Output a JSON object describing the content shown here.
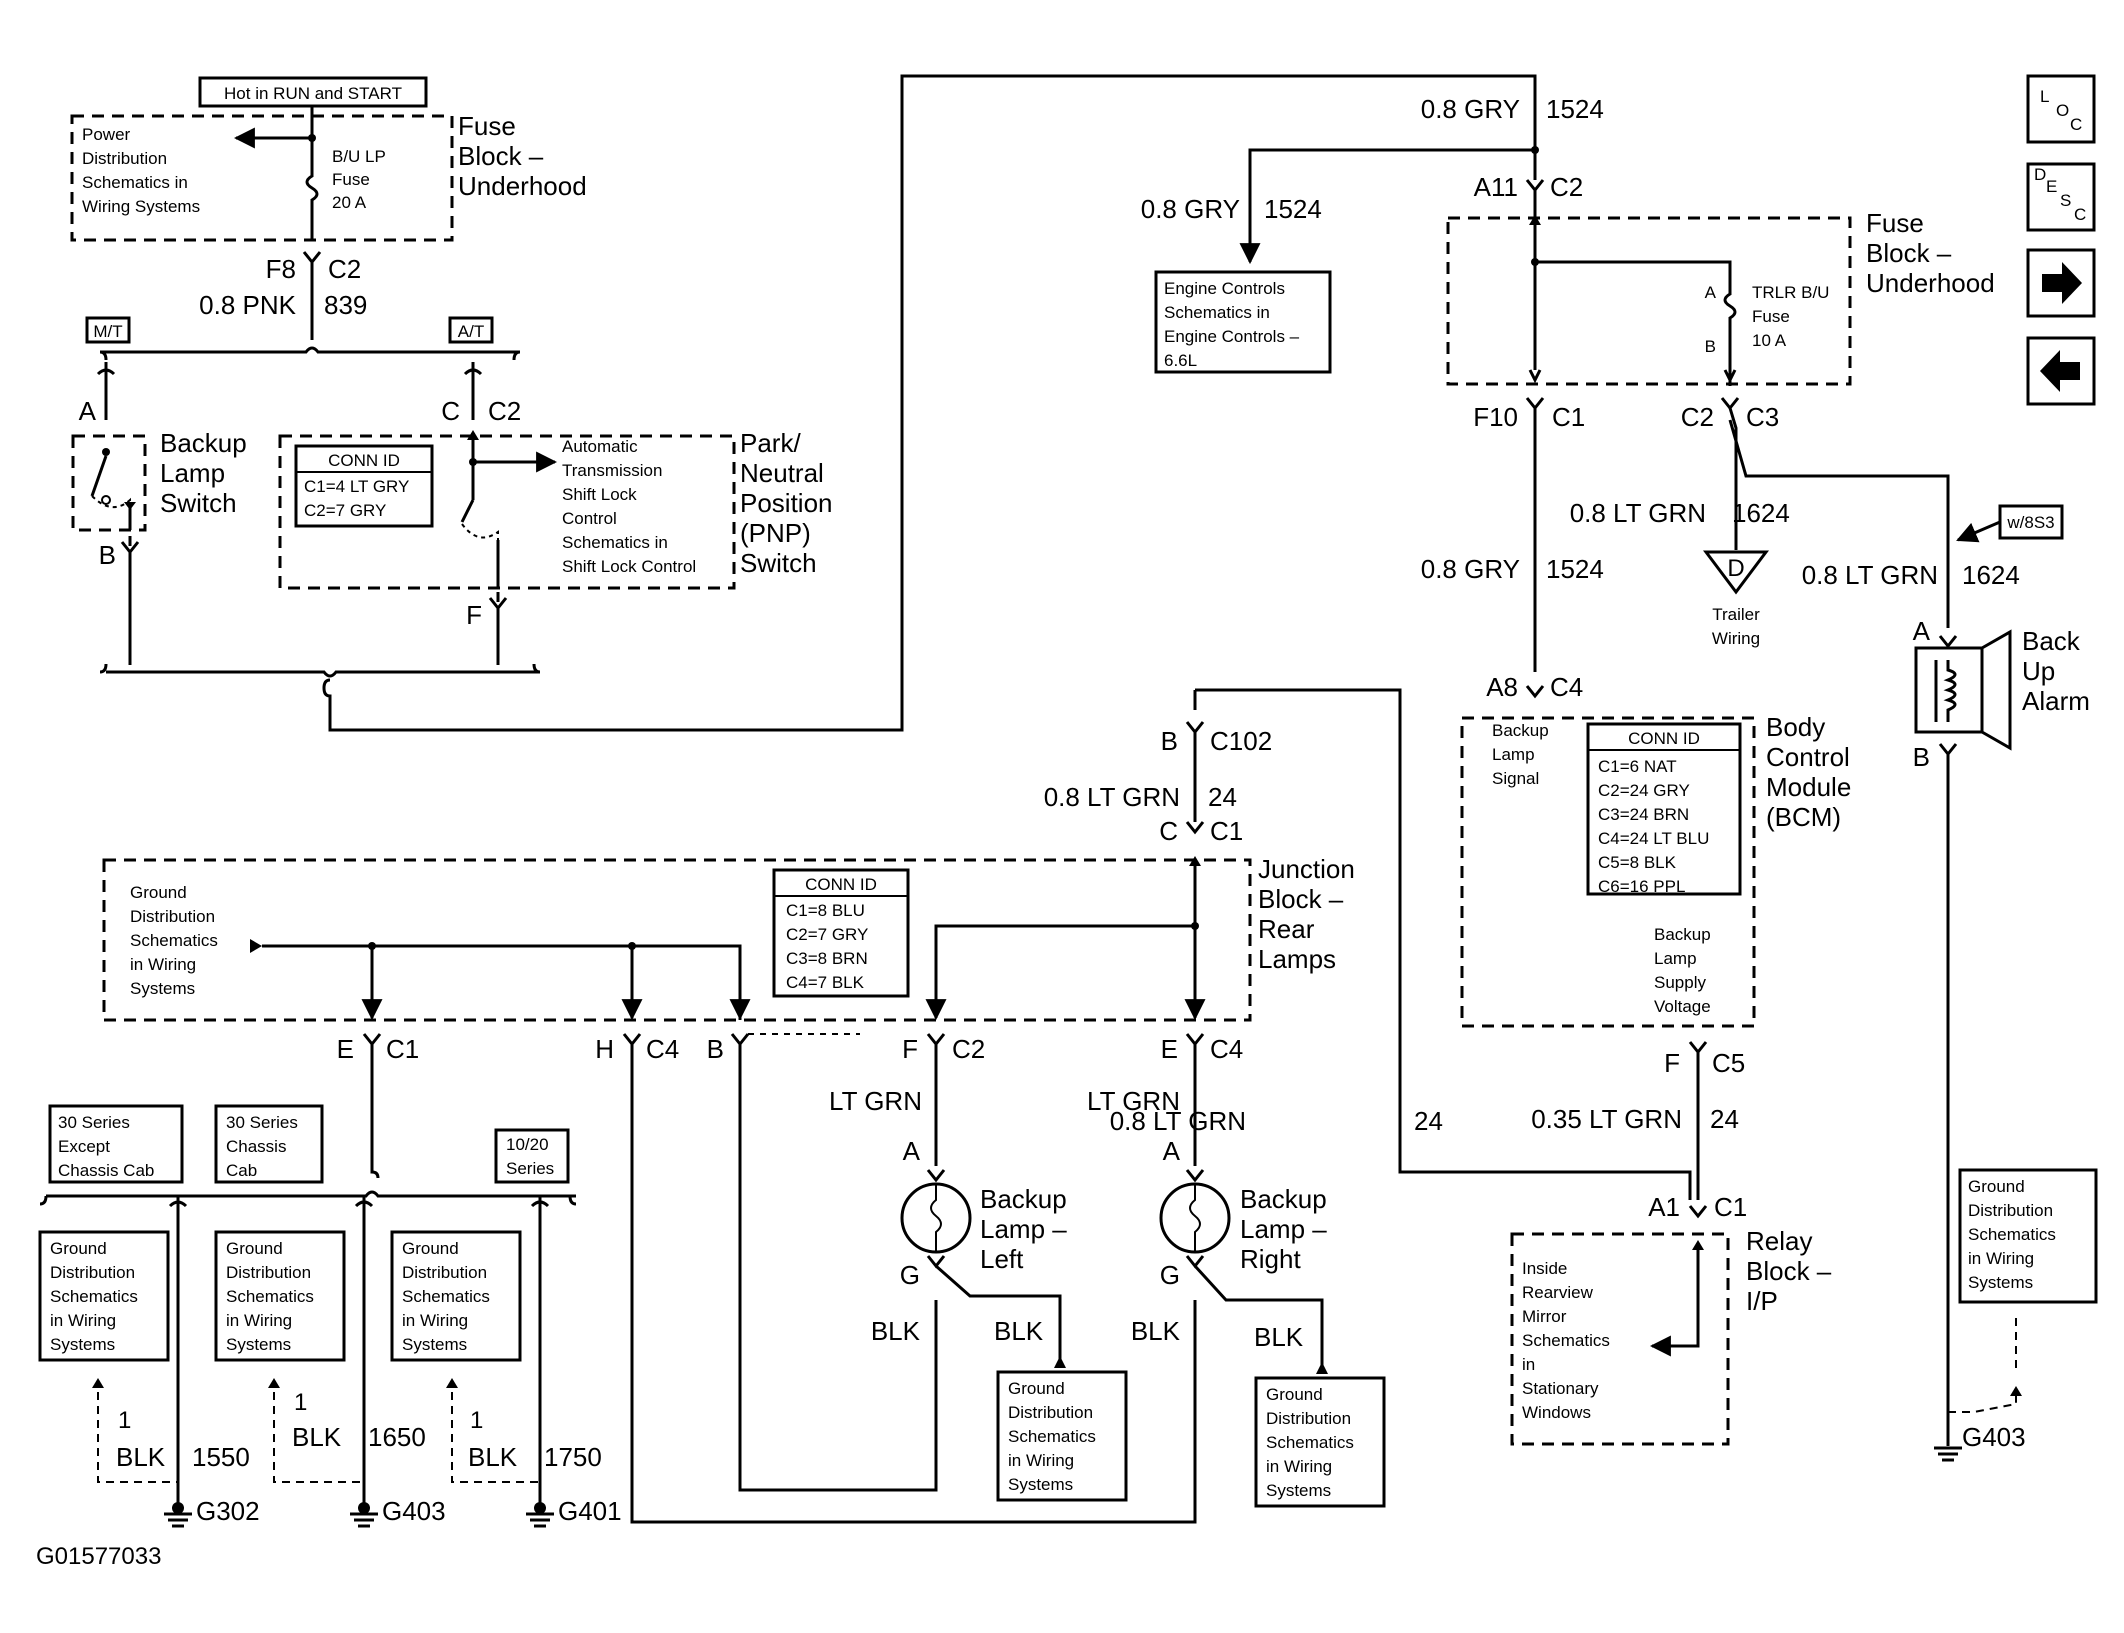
{
  "diagram_id": "G01577033",
  "nav": {
    "loc_letters": [
      "L",
      "O",
      "C"
    ],
    "desc_letters": [
      "D",
      "E",
      "S",
      "C"
    ]
  },
  "fuse_top": {
    "hot_label": "Hot in RUN and START",
    "power_dist": [
      "Power",
      "Distribution",
      "Schematics in",
      "Wiring Systems"
    ],
    "fuse_name": [
      "B/U LP",
      "Fuse",
      "20 A"
    ],
    "block_label": [
      "Fuse",
      "Block –",
      "Underhood"
    ],
    "pin": "F8",
    "conn": "C2",
    "wire": "0.8 PNK",
    "circuit": "839"
  },
  "trans": {
    "mt": "M/T",
    "at": "A/T"
  },
  "backup_switch": {
    "pin_a": "A",
    "pin_b": "B",
    "label": [
      "Backup",
      "Lamp",
      "Switch"
    ]
  },
  "pnp": {
    "pin_c": "C",
    "conn": "C2",
    "pin_f": "F",
    "conn_id_title": "CONN ID",
    "conn_ids": [
      "C1=4 LT GRY",
      "C2=7 GRY"
    ],
    "shift_lock": [
      "Automatic",
      "Transmission",
      "Shift Lock",
      "Control",
      "Schematics in",
      "Shift Lock Control"
    ],
    "label": [
      "Park/",
      "Neutral",
      "Position",
      "(PNP)",
      "Switch"
    ]
  },
  "right_fuse": {
    "wire_top": "0.8 GRY",
    "circuit_top": "1524",
    "pin_a11": "A11",
    "conn_c2": "C2",
    "wire_left": "0.8 GRY",
    "circuit_left": "1524",
    "engine_box": [
      "Engine Controls",
      "Schematics in",
      "Engine Controls –",
      "6.6L"
    ],
    "fuse_pin_a": "A",
    "fuse_pin_b": "B",
    "fuse_name": [
      "TRLR B/U",
      "Fuse",
      "10 A"
    ],
    "block_label": [
      "Fuse",
      "Block –",
      "Underhood"
    ],
    "pin_f10": "F10",
    "conn_c1": "C1",
    "pin_c2": "C2",
    "conn_c3": "C3"
  },
  "trailer": {
    "wire": "0.8 LT GRN",
    "circuit": "1624",
    "letter": "D",
    "label": [
      "Trailer",
      "Wiring"
    ]
  },
  "bcm_wire": {
    "wire": "0.8 GRY",
    "circuit": "1524",
    "pin": "A8",
    "conn": "C4"
  },
  "alarm": {
    "option": "w/8S3",
    "wire": "0.8 LT GRN",
    "circuit": "1624",
    "pin_a": "A",
    "pin_b": "B",
    "label": [
      "Back",
      "Up",
      "Alarm"
    ]
  },
  "bcm": {
    "signal": [
      "Backup",
      "Lamp",
      "Signal"
    ],
    "conn_id_title": "CONN ID",
    "conn_ids": [
      "C1=6 NAT",
      "C2=24 GRY",
      "C3=24 BRN",
      "C4=24 LT BLU",
      "C5=8 BLK",
      "C6=16 PPL"
    ],
    "supply": [
      "Backup",
      "Lamp",
      "Supply",
      "Voltage"
    ],
    "label": [
      "Body",
      "Control",
      "Module",
      "(BCM)"
    ],
    "pin_f": "F",
    "conn_c5": "C5",
    "wire": "0.35 LT GRN",
    "circuit": "24"
  },
  "relay": {
    "pin": "A1",
    "conn": "C1",
    "mirror": [
      "Inside",
      "Rearview",
      "Mirror",
      "Schematics",
      "in",
      "Stationary",
      "Windows"
    ],
    "label": [
      "Relay",
      "Block –",
      "I/P"
    ]
  },
  "junction": {
    "pin_b": "B",
    "conn_c102": "C102",
    "wire": "0.8 LT GRN",
    "circuit": "24",
    "pin_c": "C",
    "conn_c1": "C1",
    "ground_dist": [
      "Ground",
      "Distribution",
      "Schematics",
      "in Wiring",
      "Systems"
    ],
    "conn_id_title": "CONN ID",
    "conn_ids": [
      "C1=8 BLU",
      "C2=7 GRY",
      "C3=8 BRN",
      "C4=7 BLK"
    ],
    "label": [
      "Junction",
      "Block –",
      "Rear",
      "Lamps"
    ],
    "out_e": "E",
    "out_e_conn": "C1",
    "out_h": "H",
    "out_h_conn": "C4",
    "out_b": "B",
    "out_f": "F",
    "out_f_conn": "C2",
    "out_e2": "E",
    "out_e2_conn": "C4",
    "right_wire": "0.8 LT GRN",
    "right_circuit": "24"
  },
  "lamps": {
    "left_wire": "LT GRN",
    "right_wire": "LT GRN",
    "left_a": "A",
    "right_a": "A",
    "left_g": "G",
    "right_g": "G",
    "left_label": [
      "Backup",
      "Lamp –",
      "Left"
    ],
    "right_label": [
      "Backup",
      "Lamp –",
      "Right"
    ],
    "blk": "BLK",
    "ground_box": [
      "Ground",
      "Distribution",
      "Schematics",
      "in Wiring",
      "Systems"
    ]
  },
  "grounds": {
    "series_30": [
      "30 Series",
      "Except",
      "Chassis Cab"
    ],
    "series_30cab": [
      "30 Series",
      "Chassis",
      "Cab"
    ],
    "series_1020": [
      "10/20",
      "Series"
    ],
    "ground_box": [
      "Ground",
      "Distribution",
      "Schematics",
      "in Wiring",
      "Systems"
    ],
    "pin": "1",
    "color": "BLK",
    "circuits": [
      "1550",
      "1650",
      "1750"
    ],
    "names": [
      "G302",
      "G403",
      "G401"
    ],
    "right_box": [
      "Ground",
      "Distribution",
      "Schematics",
      "in Wiring",
      "Systems"
    ],
    "right_name": "G403"
  }
}
